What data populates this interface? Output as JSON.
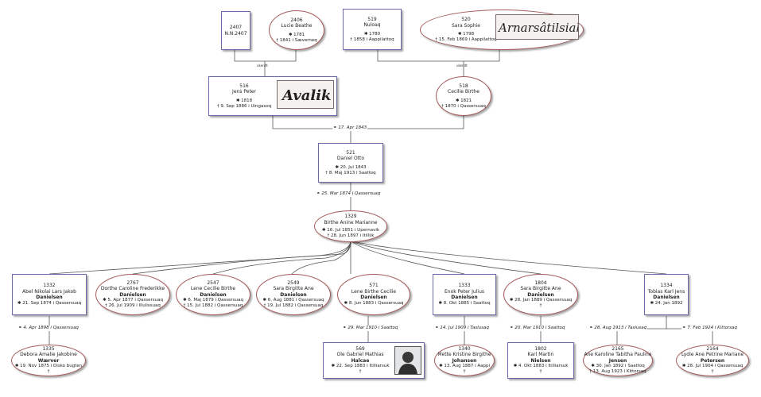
{
  "people": {
    "p2407": {
      "id": "2407",
      "name": "N.N.2407"
    },
    "p2406": {
      "id": "2406",
      "name": "Lucie Beathe",
      "birth": "✱ 1781",
      "death": "† 1841 i  Sæverneq"
    },
    "p519": {
      "id": "519",
      "name": "Nuloaq",
      "birth": "✱ 1780",
      "death": "† 1858 i  Aappilattoq"
    },
    "p520": {
      "id": "520",
      "name": "Sara Sophie",
      "birth": "✱ 1798",
      "death": "† 15. Feb 1869 i  Aappilattoq"
    },
    "p516": {
      "id": "516",
      "name": "Jens Peter",
      "birth": "✱ 1818",
      "death": "† 9. Sep 1886 i  Uingasoq"
    },
    "p518": {
      "id": "518",
      "name": "Cecilie Birthe",
      "birth": "✱ 1821",
      "death": "† 1870 i  Qassersuaq"
    },
    "p521": {
      "id": "521",
      "name": "Daniel Otto",
      "birth": "✱ 20. Jul 1843",
      "death": "† 8. Maj 1913 i  Saattoq"
    },
    "p1329": {
      "id": "1329",
      "name": "Birthe Anine Marianne",
      "birth": "✱ 16. Jul 1851 i  Upernavik",
      "death": "† 28. Jun 1897 i  Itilliik"
    },
    "p1332": {
      "id": "1332",
      "name": "Abel Nikolai Lars Jakob",
      "surname": "Danielsen",
      "birth": "✱ 21. Sep 1874 i  Qassersuaq"
    },
    "p2767": {
      "id": "2767",
      "name": "Dorthe Caroline Frederikke",
      "surname": "Danielsen",
      "birth": "✱ 5. Apr 1877 i  Qassersuaq",
      "death": "† 26. Jul 1909 i  Illulissuaq"
    },
    "p2547": {
      "id": "2547",
      "name": "Lene Cecilie Birthe",
      "surname": "Danielsen",
      "birth": "✱ 6. Maj 1879 i  Qassersuaq",
      "death": "† 15. Jul 1882 i  Qassersuaq"
    },
    "p2549": {
      "id": "2549",
      "name": "Sara Birgitte Ane",
      "surname": "Danielsen",
      "birth": "✱ 6. Aug 1881 i  Qassersuaq",
      "death": "† 19. Jul 1882 i  Qassersuaq"
    },
    "p571": {
      "id": "571",
      "name": "Lene Birthe Cecilie",
      "surname": "Danielsen",
      "birth": "✱ 8. Jun 1883 i  Qassersuaq"
    },
    "p1333": {
      "id": "1333",
      "name": "Enok Peter Julius",
      "surname": "Danielsen",
      "birth": "✱ 8. Okt 1885 i  Saattoq"
    },
    "p1804": {
      "id": "1804",
      "name": "Sara Birgitte Ane",
      "surname": "Danielsen",
      "birth": "✱ 28. Jan 1889 i  Qassersuaq",
      "death": "†"
    },
    "p1334": {
      "id": "1334",
      "name": "Tobias Karl Jens",
      "surname": "Danielsen",
      "birth": "✱ 24. Jan 1892"
    },
    "p1335": {
      "id": "1335",
      "name": "Debora Amalie Jakobine",
      "surname": "Wærver",
      "birth": "✱ 19. Nov 1875 i  Disko bugten",
      "death": "†"
    },
    "p569": {
      "id": "569",
      "name": "Ole Gabriel Mathias",
      "surname": "Halcae",
      "birth": "✱ 22. Sep 1883 i  Itilliarsuk",
      "death": "†"
    },
    "p1340": {
      "id": "1340",
      "name": "Mette Kristine Birgithe",
      "surname": "Johansen",
      "birth": "✱ 13. Aug 1887 i  Aappi",
      "death": "†"
    },
    "p1802": {
      "id": "1802",
      "name": "Karl Martin",
      "surname": "Nielsen",
      "birth": "✱ 4. Okt 1883 i  Itilliarsuk",
      "death": "†"
    },
    "p2165": {
      "id": "2165",
      "name": "Ane Karoline Tabitha Pauline",
      "surname": "Jensen",
      "birth": "✱ 30. Jan 1892 i  Saattoq",
      "death": "† 13. Aug 1923 i  Kittorsaq"
    },
    "p2164": {
      "id": "2164",
      "name": "Lydie Ane Petrine Mariane",
      "surname": "Petersen",
      "birth": "✱ 28. Jul 1904 i  Qassersuaq",
      "death": "†"
    }
  },
  "unions": {
    "u_unknown_left": "ukendt",
    "u_unknown_right": "ukendt",
    "u_516_518": "⚭ 17. Apr 1843",
    "u_521_1329": "⚭ 25. Mar 1874 i  Qassersuaq",
    "u_1332": "⚭ 4. Apr 1898 i  Qassersuaq",
    "u_571": "⚭ 29. Mar 1910 i  Saattoq",
    "u_1333": "⚭ 14. Jul 1909 i  Tasiusaq",
    "u_1804": "⚭ 20. Mar 1910 i  Saattoq",
    "u_1334a": "⚭ 28. Aug 1913 i  Tasiusaq",
    "u_1334b": "⚭ 7. Feb 1924 i  Kittorsaq"
  },
  "signatures": {
    "p520": "Arnarsâtilsiak",
    "p516": "Avalik"
  },
  "colors": {
    "male_border": "#6a6aa8",
    "female_border": "#a65a5a",
    "line": "#555555"
  }
}
